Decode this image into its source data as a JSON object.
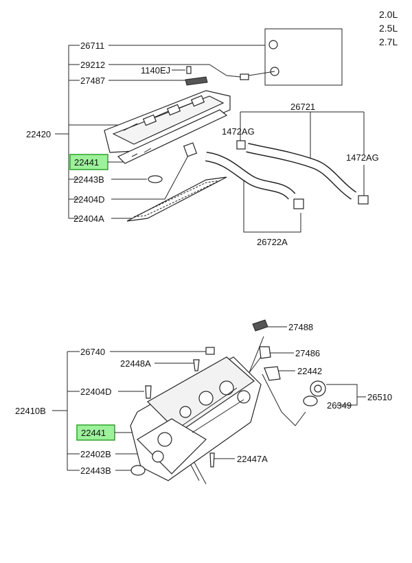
{
  "engine_labels": [
    "2.0L",
    "2.5L",
    "2.7L"
  ],
  "top_group": {
    "bracket_label": "22420",
    "callouts": [
      "26711",
      "29212",
      "1140EJ",
      "27487",
      "22441",
      "22443B",
      "22404D",
      "22404A",
      "26721",
      "1472AG",
      "1472AG",
      "26722A"
    ]
  },
  "bottom_group": {
    "bracket_label": "22410B",
    "callouts": [
      "26740",
      "22448A",
      "22404D",
      "22441",
      "22402B",
      "22443B",
      "27488",
      "27486",
      "22442",
      "26510",
      "26349",
      "22447A"
    ]
  },
  "highlight": {
    "part": "22441",
    "color": "#9df19b",
    "border": "#2ea32a"
  }
}
